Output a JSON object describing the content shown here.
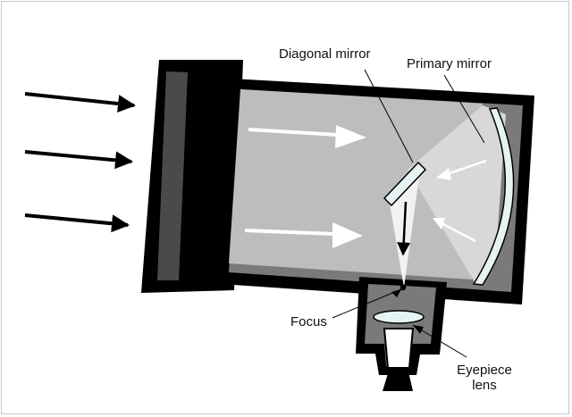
{
  "labels": {
    "diagonal_mirror": "Diagonal mirror",
    "primary_mirror": "Primary mirror",
    "focus": "Focus",
    "eyepiece_lens_line1": "Eyepiece",
    "eyepiece_lens_line2": "lens"
  },
  "colors": {
    "tube_body": "#000000",
    "tube_inner_dark": "#7a7a7a",
    "tube_aperture_rim": "#4a4a4a",
    "light_beam": "#bdbdbd",
    "light_cone": "#d8d8d8",
    "mirror_glass": "#e6f3f3",
    "ray_white": "#ffffff",
    "ray_black": "#000000"
  },
  "icons": {
    "incoming_light": "arrow-right-icon",
    "reflected_light": "arrow-icon",
    "eyepiece_cap": "trapezoid-shape"
  }
}
